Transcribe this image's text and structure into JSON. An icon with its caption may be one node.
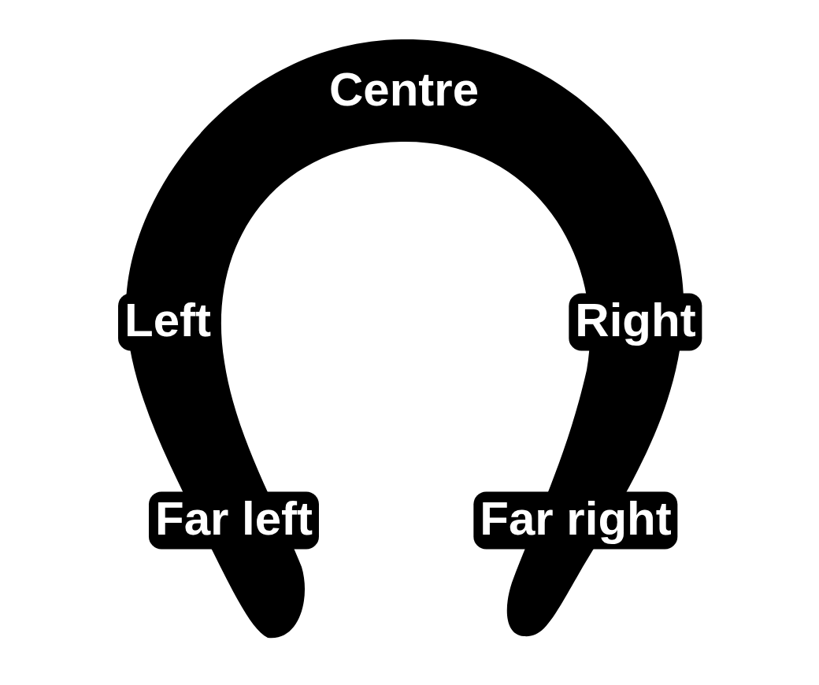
{
  "diagram": {
    "nodes": [
      {
        "text": [
          "Centre",
          "Left",
          "Right",
          "Far left",
          "Far right"
        ]
      }
    ]
  }
}
